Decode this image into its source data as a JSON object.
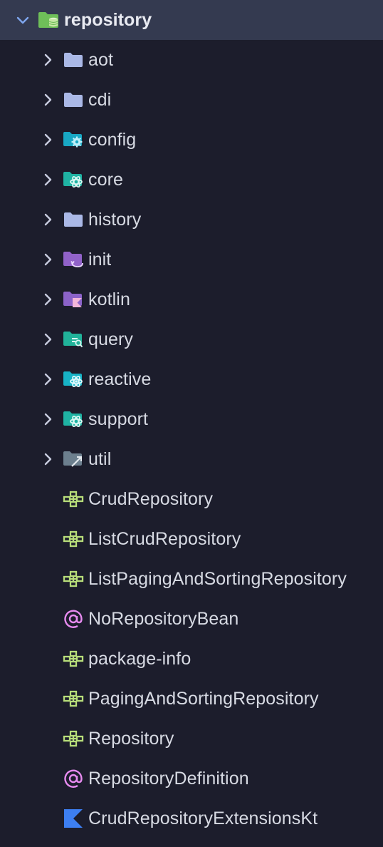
{
  "root": {
    "label": "repository",
    "icon": "database-folder-icon",
    "expanded": true
  },
  "folders": [
    {
      "label": "aot",
      "icon": "folder-icon"
    },
    {
      "label": "cdi",
      "icon": "folder-icon"
    },
    {
      "label": "config",
      "icon": "config-folder-icon"
    },
    {
      "label": "core",
      "icon": "core-folder-icon"
    },
    {
      "label": "history",
      "icon": "folder-icon"
    },
    {
      "label": "init",
      "icon": "init-folder-icon"
    },
    {
      "label": "kotlin",
      "icon": "kotlin-folder-icon"
    },
    {
      "label": "query",
      "icon": "query-folder-icon"
    },
    {
      "label": "reactive",
      "icon": "react-folder-icon"
    },
    {
      "label": "support",
      "icon": "support-folder-icon"
    },
    {
      "label": "util",
      "icon": "util-folder-icon"
    }
  ],
  "files": [
    {
      "label": "CrudRepository",
      "icon": "java-class-icon"
    },
    {
      "label": "ListCrudRepository",
      "icon": "java-class-icon"
    },
    {
      "label": "ListPagingAndSortingRepository",
      "icon": "java-class-icon"
    },
    {
      "label": "NoRepositoryBean",
      "icon": "annotation-icon"
    },
    {
      "label": "package-info",
      "icon": "java-class-icon"
    },
    {
      "label": "PagingAndSortingRepository",
      "icon": "java-class-icon"
    },
    {
      "label": "Repository",
      "icon": "java-class-icon"
    },
    {
      "label": "RepositoryDefinition",
      "icon": "annotation-icon"
    },
    {
      "label": "CrudRepositoryExtensionsKt",
      "icon": "kotlin-file-icon"
    }
  ],
  "colors": {
    "background": "#1c1d2c",
    "selected_row": "#343a50",
    "folder": "#aab8e6",
    "teal_folder": "#1fb3a3",
    "purple_folder": "#9162c9",
    "java_class": "#b7dd7a",
    "annotation": "#e78bf0",
    "kotlin": "#3d7ff2",
    "chevron": "#c9cde0"
  }
}
